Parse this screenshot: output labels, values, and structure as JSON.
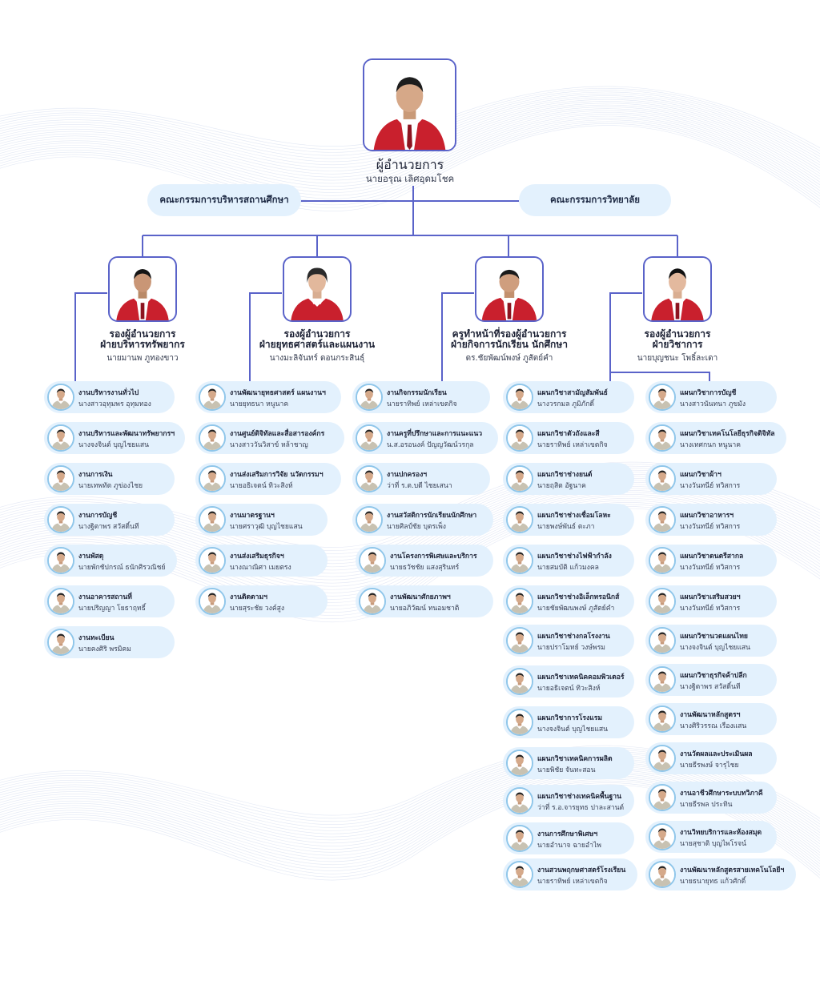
{
  "director": {
    "title": "ผู้อำนวยการ",
    "name": "นายอรุณ เลิศอุดมโชค"
  },
  "committees": [
    {
      "label": "คณะกรรมการบริหารสถานศึกษา"
    },
    {
      "label": "คณะกรรมการวิทยาลัย"
    }
  ],
  "deputies": [
    {
      "title_line1": "รองผู้อำนวยการ",
      "title_line2": "ฝ่ายบริหารทรัพยากร",
      "name": "นายมานพ ภูทองขาว"
    },
    {
      "title_line1": "รองผู้อำนวยการ",
      "title_line2": "ฝ่ายยุทธศาสตร์และแผนงาน",
      "name": "นางมะลิจันทร์ ดอนกระสินธุ์"
    },
    {
      "title_line1": "ครูทำหน้าที่รองผู้อำนวยการ",
      "title_line2": "ฝ่ายกิจการนักเรียน นักศึกษา",
      "name": "ดร.ชัยพัฒน์พงษ์ ภูสัตย์คำ"
    },
    {
      "title_line1": "รองผู้อำนวยการ",
      "title_line2": "ฝ่ายวิชาการ",
      "name": "นายบุญชนะ โพธิ์ละเดา"
    }
  ],
  "columns": [
    [
      {
        "title": "งานบริหารงานทั่วไป",
        "name": "นางสาวอุทุมพร อุทุมทอง"
      },
      {
        "title": "งานบริหารและพัฒนาทรัพยากรฯ",
        "name": "นางจงจินต์ บุญไชยแสน"
      },
      {
        "title": "งานการเงิน",
        "name": "นายเทพทัต ภูข่องไชย"
      },
      {
        "title": "งานการบัญชี",
        "name": "นางฐิตาพร สวัสดิ์นที"
      },
      {
        "title": "งานพัสดุ",
        "name": "นายพักชัปกรณ์ ธนักศิรวณิชย์"
      },
      {
        "title": "งานอาคารสถานที่",
        "name": "นายปริญญา โยธาฤทธิ์"
      },
      {
        "title": "งานทะเบียน",
        "name": "นายคงศิริ พรมิคม"
      }
    ],
    [
      {
        "title": "งานพัฒนายุทธศาสตร์ แผนงานฯ",
        "name": "นายยุทธนา หนูนาค"
      },
      {
        "title": "งานศูนย์ดิจิทัลและสื่อสารองค์กร",
        "name": "นางสาววันวิสาข์ หล้าชาญ"
      },
      {
        "title": "งานส่งเสริมการวิจัย นวัตกรรมฯ",
        "name": "นายอธิเจตน์ ทิวะสิงห์"
      },
      {
        "title": "งานมาตรฐานฯ",
        "name": "นายศราวุฒิ บุญไชยแสน"
      },
      {
        "title": "งานส่งเสริมธุรกิจฯ",
        "name": "นางณาณิศา เมยตรง"
      },
      {
        "title": "งานติดตามฯ",
        "name": "นายสุระชัย วงค์สูง"
      }
    ],
    [
      {
        "title": "งานกิจกรรมนักเรียน",
        "name": "นายราทิพย์ เหล่าเขตกิจ"
      },
      {
        "title": "งานครูที่ปรึกษาและการแนะแนว",
        "name": "น.ส.อรอนงค์ ปัญญวัฒน์วรกุล"
      },
      {
        "title": "งานปกครองฯ",
        "name": "ว่าที่ ร.ต.บดี ไชยเสนา"
      },
      {
        "title": "งานสวัสดิการนักเรียนนักศึกษา",
        "name": "นายศิลป์ชัย บุตรเพ็ง"
      },
      {
        "title": "งานโครงการพิเศษและบริการ",
        "name": "นายธวัชชัย แสงสุรินทร์"
      },
      {
        "title": "งานพัฒนาศักยภาพฯ",
        "name": "นายอภิวัฒน์ ทนอมชาติ"
      }
    ],
    [
      {
        "title": "แผนกวิชาสามัญสัมพันธ์",
        "name": "นางวรกมล ภูมิภักดิ์"
      },
      {
        "title": "แผนกวิชาตัวถังและสี",
        "name": "นายราทิพย์ เหล่าเขตกิจ"
      },
      {
        "title": "แผนกวิชาช่างยนต์",
        "name": "นายฤสิต อัฐนาค"
      },
      {
        "title": "แผนกวิชาช่างเชื่อมโลหะ",
        "name": "นายพงษ์พันธ์ ตะภา"
      },
      {
        "title": "แผนกวิชาช่างไฟฟ้ากำลัง",
        "name": "นายสมบัติ แก้วมงคล"
      },
      {
        "title": "แผนกวิชาช่างอิเล็กทรอนิกส์",
        "name": "นายชัยพัฒนพงษ์ ภูสัตย์คำ"
      },
      {
        "title": "แผนกวิชาช่างกลโรงงาน",
        "name": "นายปราโมทย์ วงษ์พรม"
      },
      {
        "title": "แผนกวิชาเทคนิคคอมพิวเตอร์",
        "name": "นายอธิเจตน์ ทิวะสิงห์"
      },
      {
        "title": "แผนกวิชาการโรงแรม",
        "name": "นางจงจินต์ บุญไชยแสน"
      },
      {
        "title": "แผนกวิชาเทคนิคการผลิต",
        "name": "นายพิชัย จันทะสอน"
      },
      {
        "title": "แผนกวิชาช่างเทคนิคพื้นฐาน",
        "name": "ว่าที่ ร.อ.จารยุทธ ปาละสานต์"
      },
      {
        "title": "งานการศึกษาพิเศษฯ",
        "name": "นายอำนาจ ฉายอำไพ"
      },
      {
        "title": "งานสวนพฤกษศาสตร์โรงเรียน",
        "name": "นายราทิพย์ เหล่าเขตกิจ"
      }
    ],
    [
      {
        "title": "แผนกวิชาการบัญชี",
        "name": "นางสาวนันทนา ภูขมัง"
      },
      {
        "title": "แผนกวิชาเทคโนโลยีธุรกิจดิจิทัล",
        "name": "นางเทศกนก หนูนาค"
      },
      {
        "title": "แผนกวิชาผ้าฯ",
        "name": "นางวันทนีย์ ทวิสการ"
      },
      {
        "title": "แผนกวิชาอาหารฯ",
        "name": "นางวันทนีย์ ทวิสการ"
      },
      {
        "title": "แผนกวิชาดนตรีสากล",
        "name": "นางวันทนีย์ ทวิสการ"
      },
      {
        "title": "แผนกวิชาเสริมสวยฯ",
        "name": "นางวันทนีย์ ทวิสการ"
      },
      {
        "title": "แผนกวิชานวดแผนไทย",
        "name": "นางจงจินต์ บุญไชยแสน"
      },
      {
        "title": "แผนกวิชาธุรกิจค้าปลีก",
        "name": "นางฐิตาพร สวัสดิ์นที"
      },
      {
        "title": "งานพัฒนาหลักสูตรฯ",
        "name": "นางศิริวรรณ เรืองแสน"
      },
      {
        "title": "งานวัดผลและประเมินผล",
        "name": "นายธีรพงษ์ จารุไชย"
      },
      {
        "title": "งานอาชีวศึกษาระบบทวิภาคี",
        "name": "นายธีรพล ประทิน"
      },
      {
        "title": "งานวิทยบริการและห้องสมุด",
        "name": "นายสุชาติ บุญไพโรจน์"
      },
      {
        "title": "งานพัฒนาหลักสูตรสายเทคโนโลยีฯ",
        "name": "นายธนายุทธ แก้วศักดิ์"
      }
    ]
  ]
}
